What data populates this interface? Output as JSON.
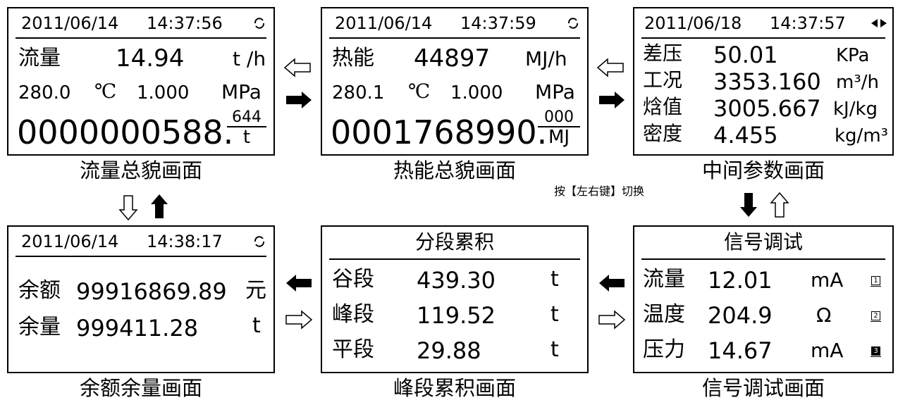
{
  "panels": {
    "flow_total": {
      "date": "2011/06/14",
      "time": "14:37:56",
      "label": "流量",
      "value": "14.94",
      "unit": "t /h",
      "temp": "280.0",
      "temp_unit": "℃",
      "pressure": "1.000",
      "pressure_unit": "MPa",
      "total": "0000000588.",
      "frac": "644",
      "frac_unit": "t",
      "caption": "流量总貌画面"
    },
    "heat_total": {
      "date": "2011/06/14",
      "time": "14:37:59",
      "label": "热能",
      "value": "44897",
      "unit": "MJ/h",
      "temp": "280.1",
      "temp_unit": "℃",
      "pressure": "1.000",
      "pressure_unit": "MPa",
      "total": "0001768990.",
      "frac": "000",
      "frac_unit": "MJ",
      "caption": "热能总貌画面"
    },
    "intermediate": {
      "date": "2011/06/18",
      "time": "14:37:57",
      "rows": [
        {
          "label": "差压",
          "value": "50.01",
          "unit": "KPa"
        },
        {
          "label": "工况",
          "value": "3353.160",
          "unit": "m³/h"
        },
        {
          "label": "焓值",
          "value": "3005.667",
          "unit": "kJ/kg"
        },
        {
          "label": "密度",
          "value": "4.455",
          "unit": "kg/m³"
        }
      ],
      "caption": "中间参数画面"
    },
    "balance": {
      "date": "2011/06/14",
      "time": "14:38:17",
      "rows": [
        {
          "label": "余额",
          "value": "99916869.89",
          "unit": "元"
        },
        {
          "label": "余量",
          "value": "999411.28",
          "unit": "t"
        }
      ],
      "caption": "余额余量画面"
    },
    "period": {
      "title": "分段累积",
      "rows": [
        {
          "label": "谷段",
          "value": "439.30",
          "unit": "t"
        },
        {
          "label": "峰段",
          "value": "119.52",
          "unit": "t"
        },
        {
          "label": "平段",
          "value": "29.88",
          "unit": "t"
        }
      ],
      "caption": "峰段累积画面"
    },
    "signal": {
      "title": "信号调试",
      "rows": [
        {
          "label": "流量",
          "value": "12.01",
          "unit": "mA",
          "index": "1",
          "active": false
        },
        {
          "label": "温度",
          "value": "204.9",
          "unit": "Ω",
          "index": "2",
          "active": false
        },
        {
          "label": "压力",
          "value": "14.67",
          "unit": "mA",
          "index": "3",
          "active": true
        }
      ],
      "caption": "信号调试画面"
    }
  },
  "note": "按【左右键】切换",
  "icons": {
    "refresh": "refresh-icon",
    "left_right": "left-right-icon"
  }
}
